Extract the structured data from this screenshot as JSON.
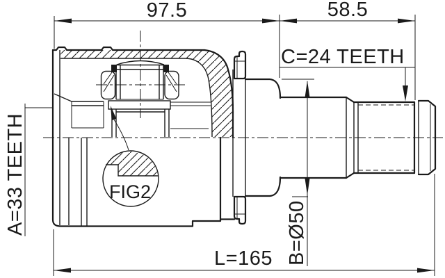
{
  "drawing": {
    "dimensions": {
      "width_left": "97.5",
      "width_right": "58.5",
      "length_overall": "L=165",
      "diameter_b": "B=Ø50",
      "spline_a": "A=33 TEETH",
      "spline_c": "C=24 TEETH"
    },
    "detail_label": "FIG2",
    "colors": {
      "line": "#1a1a1a",
      "background": "#ffffff"
    }
  }
}
